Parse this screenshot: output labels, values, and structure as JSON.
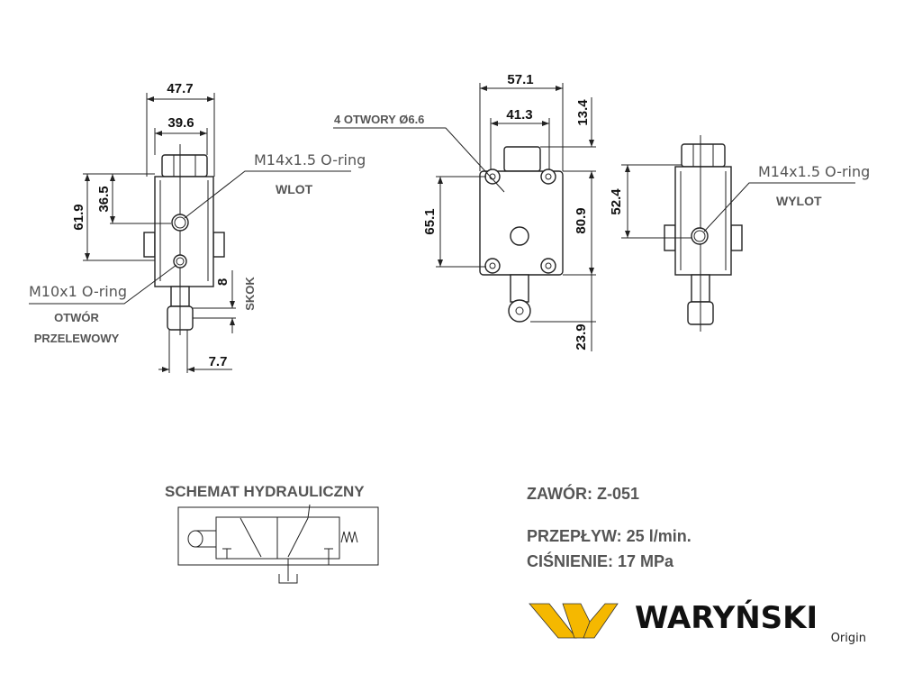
{
  "left_view": {
    "dim_width_total": "47.7",
    "dim_width_inner": "39.6",
    "dim_height_total": "61.9",
    "dim_height_port": "36.5",
    "dim_stroke": "8",
    "stroke_label": "SKOK",
    "dim_roller": "7.7",
    "inlet_thread": "M14x1.5 O-ring",
    "inlet_label": "WLOT",
    "overflow_thread": "M10x1 O-ring",
    "overflow_label_1": "OTWÓR",
    "overflow_label_2": "PRZELEWOWY"
  },
  "middle_view": {
    "dim_width_total": "57.1",
    "dim_hole_spacing": "41.3",
    "dim_top": "13.4",
    "dim_height": "80.9",
    "dim_hole_vertical": "65.1",
    "dim_roller": "23.9",
    "holes_label": "4 OTWORY Ø6.6"
  },
  "right_view": {
    "dim_height_port": "52.4",
    "outlet_thread": "M14x1.5 O-ring",
    "outlet_label": "WYLOT"
  },
  "schematic": {
    "title": "SCHEMAT HYDRAULICZNY"
  },
  "specs": {
    "valve": "ZAWÓR:  Z-051",
    "flow": "PRZEPŁYW: 25 l/min.",
    "pressure": "CIŚNIENIE: 17 MPa"
  },
  "logo": {
    "brand": "WARYŃSKI",
    "sub": "Origin",
    "color": "#f5b800"
  }
}
